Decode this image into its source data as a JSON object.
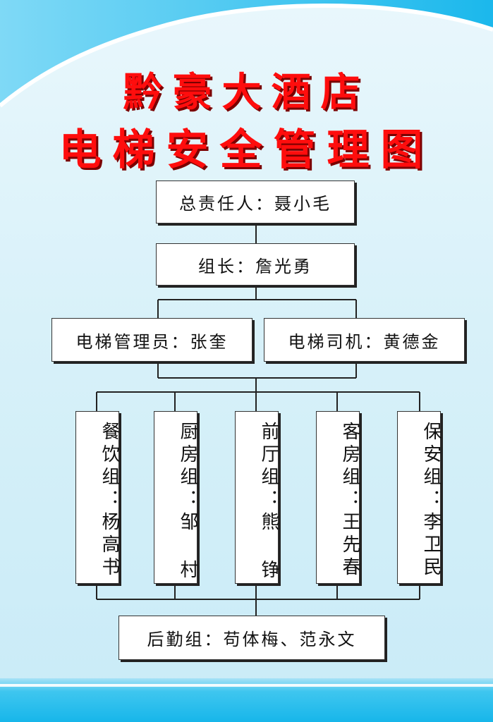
{
  "title": {
    "line1": "黔豪大酒店",
    "line2": "电梯安全管理图"
  },
  "chart": {
    "top": "总责任人：聂小毛",
    "leader": "组长：詹光勇",
    "manager": "电梯管理员：张奎",
    "driver": "电梯司机：黄德金",
    "groups": [
      {
        "name": "餐饮组：",
        "person": "杨高书"
      },
      {
        "name": "厨房组：",
        "person": "邹 村"
      },
      {
        "name": "前厅组：",
        "person": "熊 铮"
      },
      {
        "name": "客房组：",
        "person": "王先春"
      },
      {
        "name": "保安组：",
        "person": "李卫民"
      }
    ],
    "logistics": "后勤组：苟体梅、范永文"
  },
  "colors": {
    "title": "#ff0d0d",
    "accent": "#17b6ea"
  }
}
